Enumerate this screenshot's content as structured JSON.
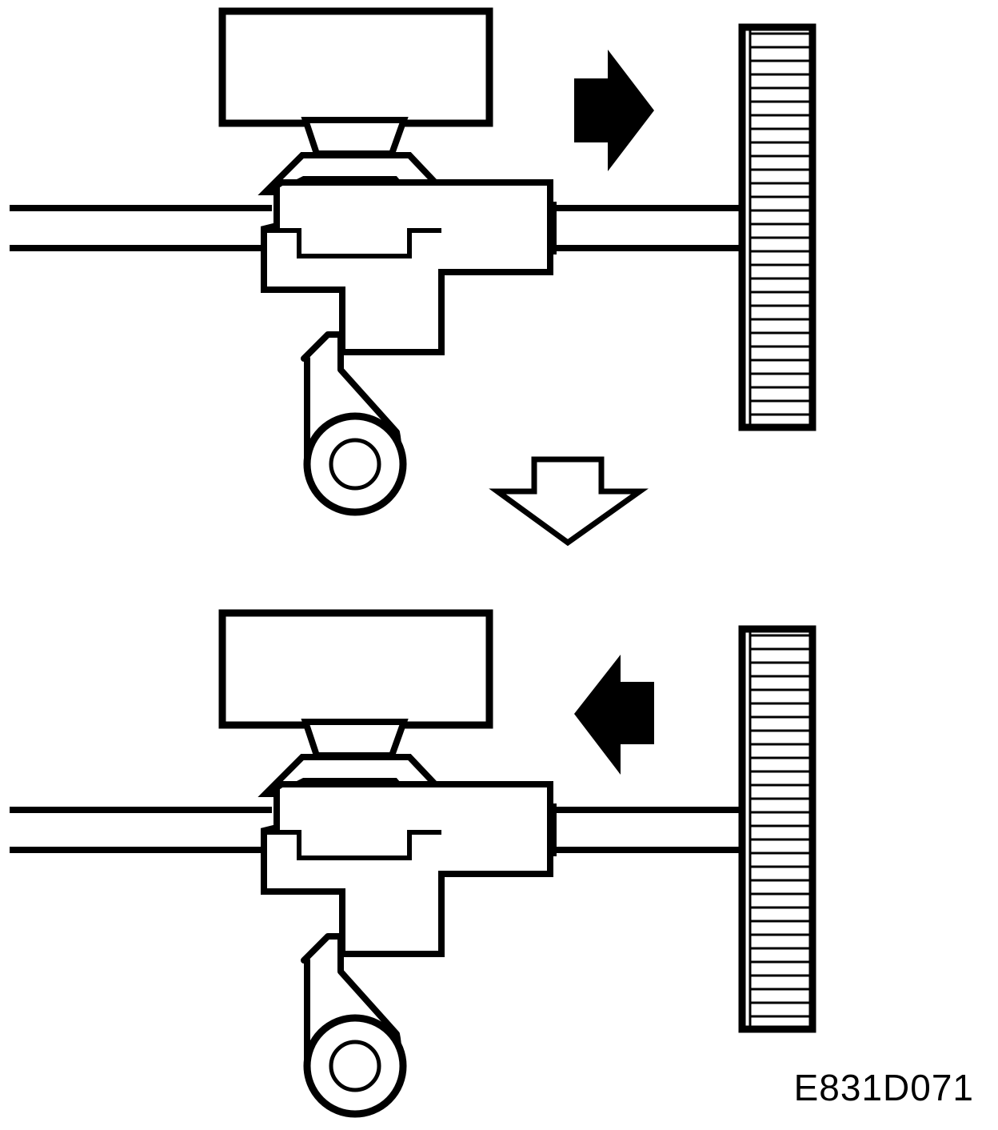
{
  "figure": {
    "reference_code": "E831D071"
  },
  "colors": {
    "line": "#000000",
    "fill": "#ffffff",
    "arrow_solid": "#000000"
  },
  "states": [
    {
      "id": "state-1",
      "motion_arrow": "right",
      "arrow_style": "solid"
    },
    {
      "id": "state-2",
      "motion_arrow": "left",
      "arrow_style": "solid"
    }
  ],
  "transition_arrow": {
    "direction": "down",
    "style": "outline"
  }
}
